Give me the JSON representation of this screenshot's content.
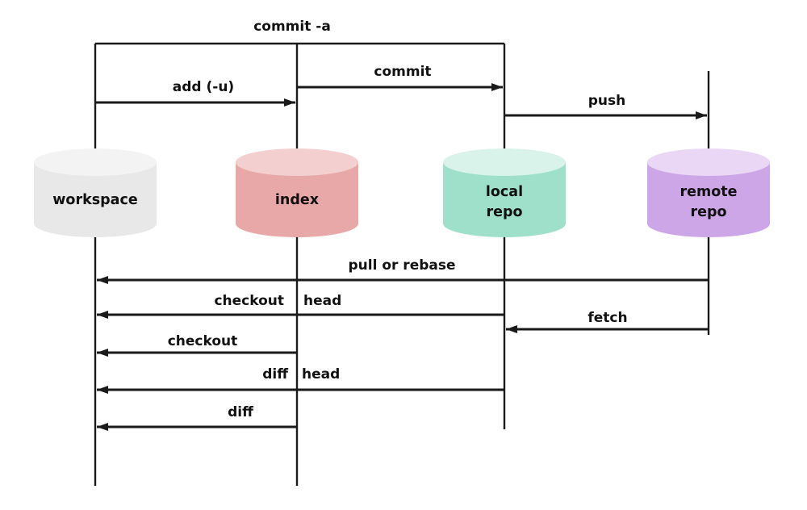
{
  "diagram": {
    "background_color": "#ffffff",
    "line_color": "#1a1a1a",
    "text_color": "#111111"
  },
  "nodes": {
    "workspace": {
      "label": "workspace",
      "body_color": "#e8e8e8",
      "top_color": "#f3f3f3"
    },
    "index": {
      "label": "index",
      "body_color": "#e9a8a8",
      "top_color": "#f3cfcf"
    },
    "local_repo": {
      "label_line1": "local",
      "label_line2": "repo",
      "body_color": "#9fe0ca",
      "top_color": "#d9f2ea"
    },
    "remote_repo": {
      "label_line1": "remote",
      "label_line2": "repo",
      "body_color": "#cda6e8",
      "top_color": "#e9d7f5"
    }
  },
  "commands": {
    "commit_a": {
      "label": "commit -a",
      "from": "workspace",
      "to": "local repo"
    },
    "add_u": {
      "label": "add (-u)",
      "from": "workspace",
      "to": "index"
    },
    "commit": {
      "label": "commit",
      "from": "index",
      "to": "local repo"
    },
    "push": {
      "label": "push",
      "from": "local repo",
      "to": "remote repo"
    },
    "pull_or_rebase": {
      "label": "pull or rebase",
      "from": "remote repo",
      "to": "workspace"
    },
    "checkout_head": {
      "label_left": "checkout",
      "label_right": "head",
      "from": "local repo",
      "to": "workspace"
    },
    "fetch": {
      "label": "fetch",
      "from": "remote repo",
      "to": "local repo"
    },
    "checkout": {
      "label": "checkout",
      "from": "index",
      "to": "workspace"
    },
    "diff_head": {
      "label_left": "diff",
      "label_right": "head",
      "from": "local repo",
      "to": "workspace"
    },
    "diff": {
      "label": "diff",
      "from": "index",
      "to": "workspace"
    }
  }
}
